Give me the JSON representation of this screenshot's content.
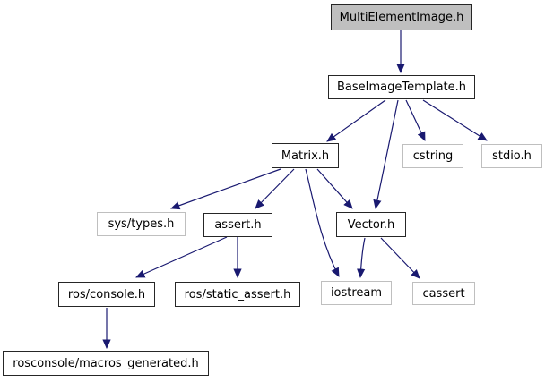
{
  "diagram": {
    "type": "include-dependency-graph",
    "root_file": "MultiElementImage.h",
    "colors": {
      "arrow": "#191970",
      "node_fill": "#ffffff",
      "current_fill": "#bfbfbf",
      "internal_border": "#262626",
      "external_border": "#bfbfbf",
      "text": "#000000",
      "background": "#ffffff"
    }
  },
  "nodes": [
    {
      "id": "MultiElementImage.h",
      "label": "MultiElementImage.h",
      "kind": "current"
    },
    {
      "id": "BaseImageTemplate.h",
      "label": "BaseImageTemplate.h",
      "kind": "internal"
    },
    {
      "id": "Matrix.h",
      "label": "Matrix.h",
      "kind": "internal"
    },
    {
      "id": "cstring",
      "label": "cstring",
      "kind": "external"
    },
    {
      "id": "stdio.h",
      "label": "stdio.h",
      "kind": "external"
    },
    {
      "id": "sys/types.h",
      "label": "sys/types.h",
      "kind": "external"
    },
    {
      "id": "assert.h",
      "label": "assert.h",
      "kind": "internal"
    },
    {
      "id": "Vector.h",
      "label": "Vector.h",
      "kind": "internal"
    },
    {
      "id": "iostream",
      "label": "iostream",
      "kind": "external"
    },
    {
      "id": "cassert",
      "label": "cassert",
      "kind": "external"
    },
    {
      "id": "ros/console.h",
      "label": "ros/console.h",
      "kind": "internal"
    },
    {
      "id": "ros/static_assert.h",
      "label": "ros/static_assert.h",
      "kind": "internal"
    },
    {
      "id": "rosconsole/macros_generated.h",
      "label": "rosconsole/macros_generated.h",
      "kind": "internal"
    }
  ],
  "edges": [
    {
      "from": "MultiElementImage.h",
      "to": "BaseImageTemplate.h"
    },
    {
      "from": "BaseImageTemplate.h",
      "to": "Matrix.h"
    },
    {
      "from": "BaseImageTemplate.h",
      "to": "Vector.h"
    },
    {
      "from": "BaseImageTemplate.h",
      "to": "cstring"
    },
    {
      "from": "BaseImageTemplate.h",
      "to": "stdio.h"
    },
    {
      "from": "Matrix.h",
      "to": "sys/types.h"
    },
    {
      "from": "Matrix.h",
      "to": "assert.h"
    },
    {
      "from": "Matrix.h",
      "to": "Vector.h"
    },
    {
      "from": "Matrix.h",
      "to": "iostream"
    },
    {
      "from": "Vector.h",
      "to": "iostream"
    },
    {
      "from": "Vector.h",
      "to": "cassert"
    },
    {
      "from": "assert.h",
      "to": "ros/console.h"
    },
    {
      "from": "assert.h",
      "to": "ros/static_assert.h"
    },
    {
      "from": "ros/console.h",
      "to": "rosconsole/macros_generated.h"
    }
  ]
}
